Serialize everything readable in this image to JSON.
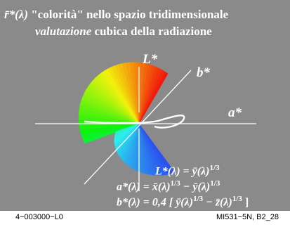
{
  "title": {
    "line1_symbol": "r̄*(λ)",
    "line1_text": " \"colorità\" nello spazio tridimensionale",
    "line2_italic": "valutazione",
    "line2_text": " cubica della radiazione"
  },
  "axes": {
    "L": "L*",
    "b": "b*",
    "a": "a*"
  },
  "equations": {
    "L": "L*(λ) = ȳ(λ)",
    "L_exp": "1/3",
    "a_lhs": "a*(λ) = x̄(λ)",
    "a_mid": " − ȳ(λ)",
    "a_exp": "1/3",
    "b_lhs": "b*(λ) = 0,4 [ ȳ(λ)",
    "b_mid": " − z̄(λ)",
    "b_end": " ]",
    "b_exp": "1/3"
  },
  "footer": {
    "left": "4−003000−L0",
    "right": "MI531−5N, B2_28"
  }
}
